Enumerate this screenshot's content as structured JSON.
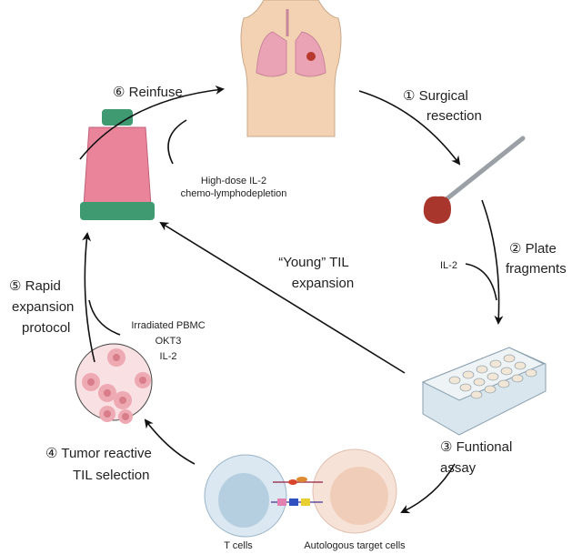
{
  "steps": {
    "s1": {
      "line1": "① Surgical",
      "line2": "resection"
    },
    "s2": {
      "line1": "② Plate",
      "line2": "fragments"
    },
    "s3": {
      "line1": "③ Funtional",
      "line2": "assay"
    },
    "s4": {
      "line1": "④ Tumor reactive",
      "line2": "TIL selection"
    },
    "s5": {
      "line1": "⑤ Rapid",
      "line2": "expansion",
      "line3": "protocol"
    },
    "s6": {
      "line1": "⑥ Reinfuse"
    }
  },
  "young_til": {
    "line1": "“Young” TIL",
    "line2": "expansion"
  },
  "notes": {
    "reinfuse": [
      "High-dose IL-2",
      "chemo-lymphodepletion"
    ],
    "plate": "IL-2",
    "rep": [
      "Irradiated PBMC",
      "OKT3",
      "IL-2"
    ]
  },
  "cell_labels": {
    "t_cells": "T cells",
    "target": "Autologous target cells"
  },
  "colors": {
    "arrow": "#111111",
    "bag_pink": "#e9849b",
    "bag_green": "#3f9a72",
    "tumor": "#a8362c",
    "skin": "#f3d2b4",
    "lung": "#eaa3b4"
  }
}
